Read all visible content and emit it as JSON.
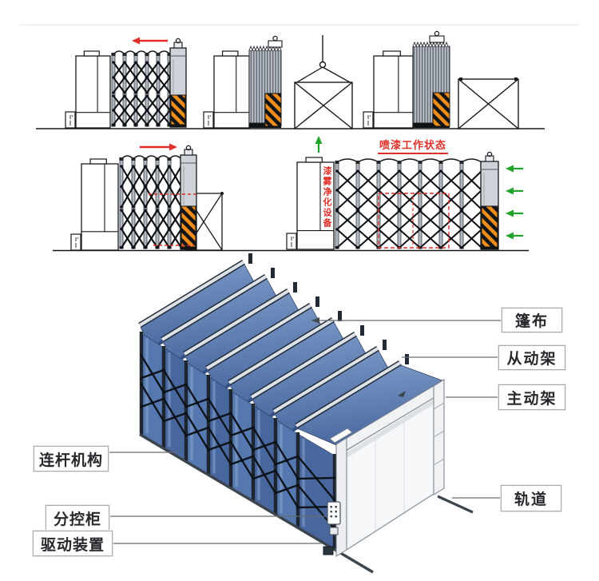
{
  "annotations": {
    "work_state_title": "喷漆工作状态",
    "purifier_label": "漆雾净化设备"
  },
  "component_labels": {
    "tarpaulin": "篷布",
    "driven_frame": "从动架",
    "driving_frame": "主动架",
    "track": "轨道",
    "linkage": "连杆机构",
    "control_cabinet": "分控柜",
    "drive_unit": "驱动装置"
  },
  "colors": {
    "red": "#df2f28",
    "green": "#1fa329",
    "hazard_orange": "#ee8d1c",
    "tarp_blue": "#5578b0",
    "tarp_blue_dark": "#48679f",
    "valley_blue": "#33548f",
    "frame_dark": "#1d2630",
    "ridge_light": "#dde2e9",
    "portal_white": "#f1f2f4",
    "ink": "#17191c"
  }
}
